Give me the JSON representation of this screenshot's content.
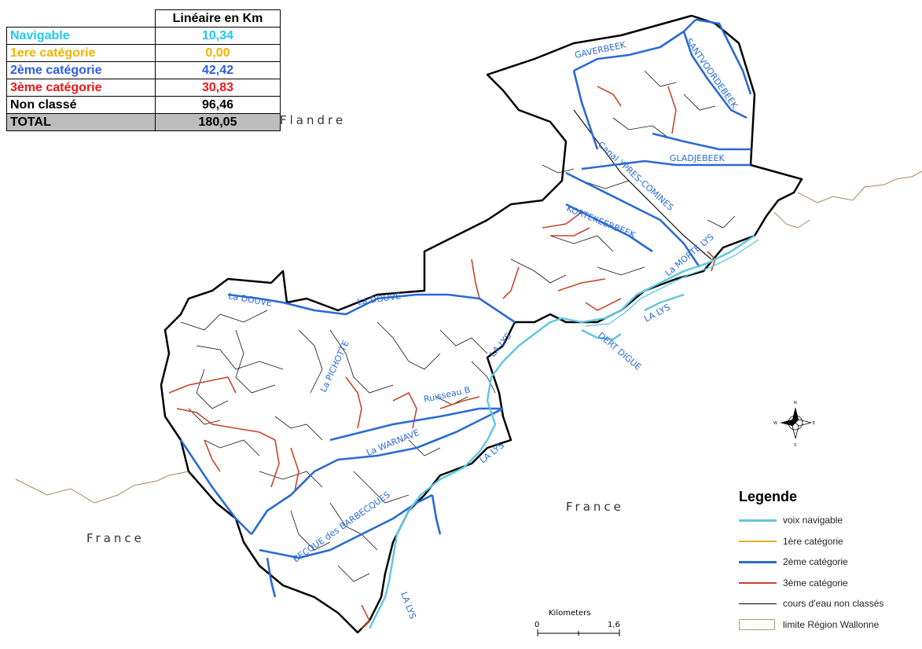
{
  "table": {
    "header": "Linéaire en Km",
    "rows": [
      {
        "name": "Navigable",
        "value": "10,34",
        "color": "#1ec8f0"
      },
      {
        "name": "1ere catégorie",
        "value": "0,00",
        "color": "#f0b400"
      },
      {
        "name": "2ème catégorie",
        "value": "42,42",
        "color": "#2e5ce8"
      },
      {
        "name": "3ème catégorie",
        "value": "30,83",
        "color": "#e81818"
      },
      {
        "name": "Non classé",
        "value": "96,46",
        "color": "#000000"
      }
    ],
    "total": {
      "name": "TOTAL",
      "value": "180,05"
    }
  },
  "regions": {
    "flandre": "Flandre",
    "france_left": "France",
    "france_right": "France"
  },
  "streams": {
    "gaverbeek": "GAVERBEEK",
    "santvoordebeek": "SANTVOORDEBEEK",
    "gladjebeek": "GLADJEBEEK",
    "canal": "Canal YPRES-COMINES",
    "kortekeerbeek": "KORTEKEERBEEK",
    "morte_lys": "La MORTE LYS",
    "douve_1": "La DOUVE",
    "douve_2": "La DOUVE",
    "pichotte": "La PICHOTTE",
    "warnave": "La WARNAVE",
    "ruisseau": "Ruisseau B",
    "becque": "BECQUE des BARBECQUES",
    "lys_1": "LA LYS",
    "lys_2": "LA LYS",
    "lys_3": "LA LYS",
    "lys_4": "LA LYS",
    "dert_digue": "DERT DIGUE"
  },
  "scale": {
    "title": "Kilometers",
    "start": "0",
    "end": "1,6"
  },
  "legend": {
    "title": "Legende",
    "items": [
      {
        "label": "voix navigable",
        "color": "#5fc7e0",
        "kind": "line",
        "width": 3
      },
      {
        "label": "1ère catégorie",
        "color": "#e0b020",
        "kind": "line",
        "width": 2
      },
      {
        "label": "2ème catégorie",
        "color": "#2a6ad4",
        "kind": "line",
        "width": 3
      },
      {
        "label": "3ème catégorie",
        "color": "#c8442e",
        "kind": "line",
        "width": 2
      },
      {
        "label": "cours d'eau non classés",
        "color": "#000000",
        "kind": "line",
        "width": 1
      },
      {
        "label": "limite Région Wallonne",
        "color": "#b89a78",
        "kind": "box",
        "width": 1
      }
    ]
  },
  "colors": {
    "boundary": "#000000",
    "navigable": "#5fc7e0",
    "cat2": "#2a6ad4",
    "cat3": "#c8442e",
    "region_border": "#a88660"
  }
}
